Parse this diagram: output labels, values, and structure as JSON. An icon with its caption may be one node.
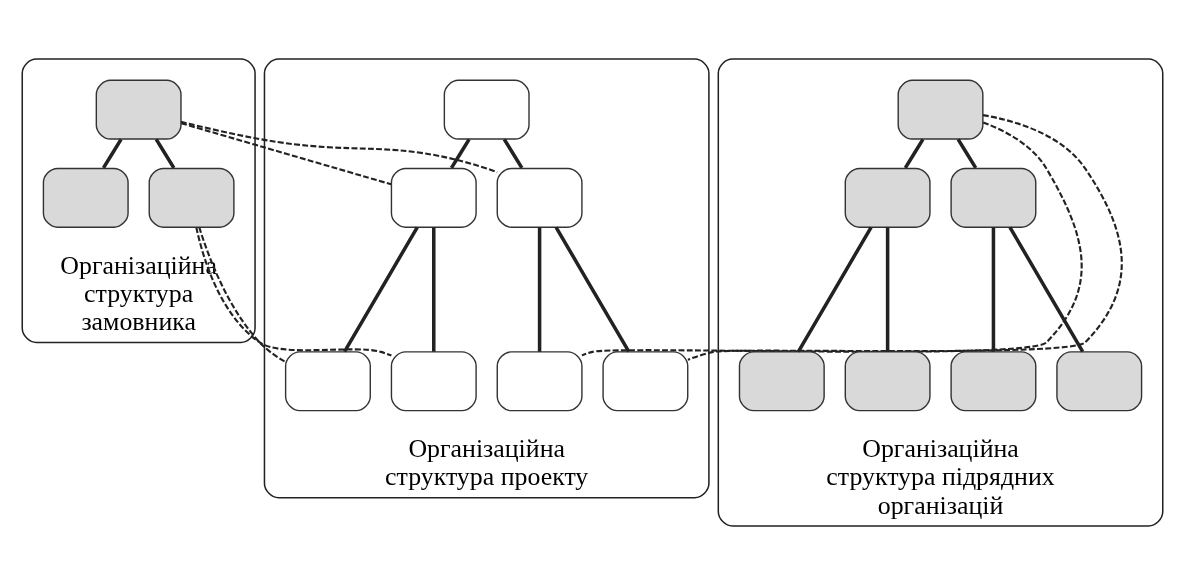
{
  "diagram": {
    "nodes": [
      {
        "text": [
          "Організаційна структура замовника"
        ]
      },
      {
        "text": [],
        "shape": "box",
        "in": 0
      },
      {
        "text": [],
        "shape": "box",
        "in": 0
      },
      {
        "text": [],
        "shape": "box",
        "in": 0
      },
      {
        "text": [
          "Організаційна структура проекту"
        ]
      },
      {
        "text": [],
        "shape": "box",
        "in": 4
      },
      {
        "text": [],
        "shape": "box",
        "in": 4
      },
      {
        "text": [],
        "shape": "box",
        "in": 4
      },
      {
        "text": [],
        "shape": "box",
        "in": 4
      },
      {
        "text": [],
        "shape": "box",
        "in": 4
      },
      {
        "text": [],
        "shape": "box",
        "in": 4
      },
      {
        "text": [],
        "shape": "box",
        "in": 4
      },
      {
        "text": [
          "Організаційна  структура підрядних організацій"
        ]
      },
      {
        "text": [],
        "shape": "box",
        "in": 12
      },
      {
        "text": [],
        "shape": "box",
        "in": 12
      },
      {
        "text": [],
        "shape": "box",
        "in": 12
      },
      {
        "text": [],
        "shape": "box",
        "in": 12
      },
      {
        "text": [],
        "shape": "box",
        "in": 12
      },
      {
        "text": [],
        "shape": "box",
        "in": 12
      },
      {
        "text": [],
        "shape": "box",
        "in": 12
      }
    ],
    "edges": [
      {
        "from": 1,
        "to": 2,
        "arrow": "none"
      },
      {
        "from": 1,
        "to": 3,
        "arrow": "none"
      },
      {
        "from": 5,
        "to": 6,
        "arrow": "none"
      },
      {
        "from": 5,
        "to": 7,
        "arrow": "none"
      },
      {
        "from": 6,
        "to": 8,
        "arrow": "none"
      },
      {
        "from": 6,
        "to": 9,
        "arrow": "none"
      },
      {
        "from": 7,
        "to": 10,
        "arrow": "none"
      },
      {
        "from": 7,
        "to": 11,
        "arrow": "none"
      },
      {
        "from": 13,
        "to": 14,
        "arrow": "none"
      },
      {
        "from": 13,
        "to": 15,
        "arrow": "none"
      },
      {
        "from": 14,
        "to": 16,
        "arrow": "none"
      },
      {
        "from": 14,
        "to": 17,
        "arrow": "none"
      },
      {
        "from": 15,
        "to": 18,
        "arrow": "none"
      },
      {
        "from": 15,
        "to": 19,
        "arrow": "none"
      },
      {
        "from": 1,
        "to": 6,
        "arrow": "none",
        "style": "dashed"
      },
      {
        "from": 1,
        "to": 7,
        "arrow": "none",
        "style": "dashed"
      },
      {
        "from": 3,
        "to": 8,
        "arrow": "none",
        "style": "dashed"
      },
      {
        "from": 3,
        "to": 9,
        "arrow": "none",
        "style": "dashed"
      },
      {
        "from": 13,
        "to": 10,
        "arrow": "none",
        "style": "dashed"
      },
      {
        "from": 13,
        "to": 11,
        "arrow": "none",
        "style": "dashed"
      }
    ]
  }
}
